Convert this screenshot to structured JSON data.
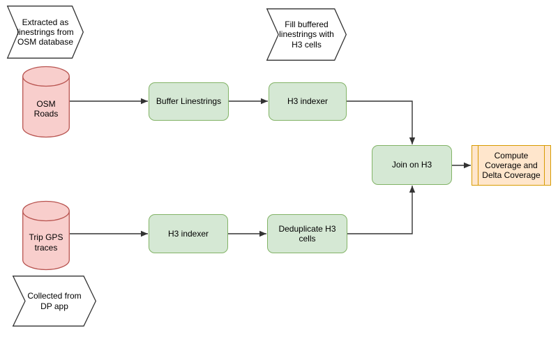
{
  "diagram": {
    "type": "flowchart",
    "colors": {
      "canvas_bg": "#ffffff",
      "database_fill": "#f8cecc",
      "database_stroke": "#b85450",
      "process_fill": "#d5e8d4",
      "process_stroke": "#82b366",
      "output_fill": "#ffe6cc",
      "output_stroke": "#d79b00",
      "annotation_fill": "#ffffff",
      "annotation_stroke": "#333333",
      "edge_color": "#333333",
      "text_color": "#000000"
    },
    "annotations": [
      {
        "id": "extracted-osm",
        "label": "Extracted as\nlinestrings from\nOSM database"
      },
      {
        "id": "fill-buffered",
        "label": "Fill buffered\nlinestrings with\nH3 cells"
      },
      {
        "id": "collected-dp",
        "label": "Collected from\nDP app"
      }
    ],
    "databases": [
      {
        "id": "osm-roads",
        "label": "OSM Roads"
      },
      {
        "id": "trip-gps-traces",
        "label": "Trip GPS\ntraces"
      }
    ],
    "processes": [
      {
        "id": "buffer-linestrings",
        "label": "Buffer Linestrings"
      },
      {
        "id": "h3-indexer-top",
        "label": "H3 indexer"
      },
      {
        "id": "h3-indexer-bottom",
        "label": "H3 indexer"
      },
      {
        "id": "deduplicate-h3-cells",
        "label": "Deduplicate H3 cells"
      },
      {
        "id": "join-on-h3",
        "label": "Join on H3"
      }
    ],
    "output": {
      "id": "compute-coverage",
      "label": "Compute\nCoverage and\nDelta Coverage"
    },
    "edges": [
      {
        "from": "osm-roads",
        "to": "buffer-linestrings"
      },
      {
        "from": "buffer-linestrings",
        "to": "h3-indexer-top"
      },
      {
        "from": "h3-indexer-top",
        "to": "join-on-h3"
      },
      {
        "from": "trip-gps-traces",
        "to": "h3-indexer-bottom"
      },
      {
        "from": "h3-indexer-bottom",
        "to": "deduplicate-h3-cells"
      },
      {
        "from": "deduplicate-h3-cells",
        "to": "join-on-h3"
      },
      {
        "from": "join-on-h3",
        "to": "compute-coverage"
      }
    ]
  }
}
